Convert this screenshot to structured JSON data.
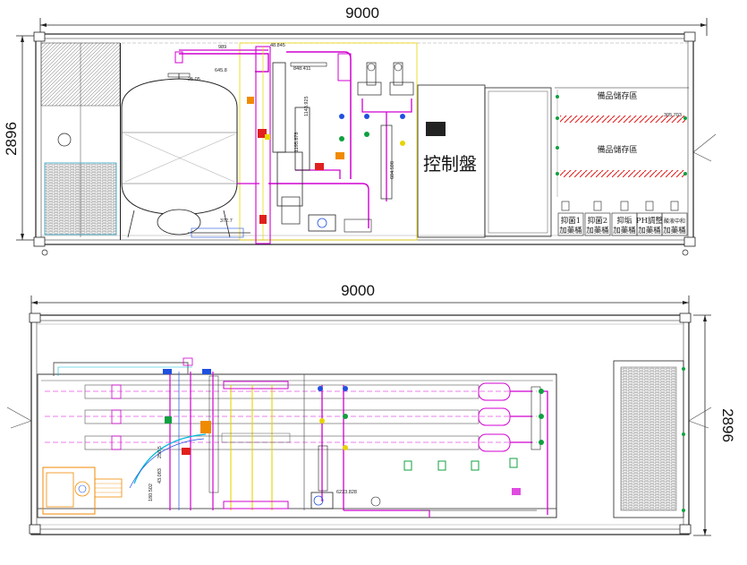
{
  "top_view": {
    "width_dim": "9000",
    "height_dim": "2896",
    "control_panel": "控制盤",
    "storage_area_1": "備品儲存區",
    "storage_area_2": "備品儲存區",
    "dim_305_703": "305.703",
    "dim_989": "989",
    "dim_48_845": "48.845",
    "dim_645_8": "645.8",
    "dim_848_411": "848.411",
    "dim_25_05": "25.05",
    "dim_1143_925": "1143.925",
    "dim_1195_878": "1195.878",
    "dim_604_598": "604.598",
    "dim_372_7": "372.7",
    "tanks": [
      {
        "line1": "抑菌1",
        "line2": "加藥桶"
      },
      {
        "line1": "抑菌2",
        "line2": "加藥桶"
      },
      {
        "line1": "抑垢",
        "line2": "加藥桶"
      },
      {
        "line1": "PH調整",
        "line2": "加藥桶"
      },
      {
        "line1": "酸液中和",
        "line2": "加藥桶"
      }
    ]
  },
  "bottom_view": {
    "width_dim": "9000",
    "height_dim": "2896",
    "dim_a": "256.5",
    "dim_b": "43.083",
    "dim_c": "180.502",
    "dim_d": "6223.828"
  },
  "colors": {
    "frame": "#222222",
    "magenta": "#d100d1",
    "red": "#e0201f",
    "yellow": "#e8d400",
    "cyan": "#00b8d8",
    "blue": "#2050e0",
    "orange": "#f08a00",
    "green": "#10a040"
  }
}
